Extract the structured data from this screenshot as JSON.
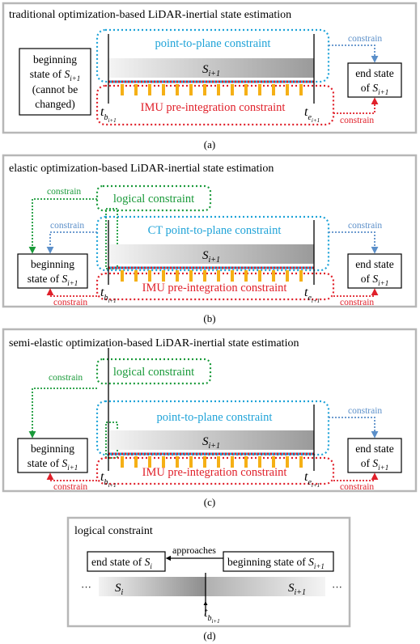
{
  "colors": {
    "blue": "#1fa3d8",
    "red": "#e0202a",
    "green": "#1a9a3a",
    "orange": "#f5b016",
    "panel_border": "#b7b7b7",
    "steel_blue": "#5b8fc9"
  },
  "panel_a": {
    "title": "traditional optimization-based LiDAR-inertial state estimation",
    "blue_label": "point-to-plane constraint",
    "red_label": "IMU pre-integration constraint",
    "begin_state_lines": [
      "beginning",
      "state of",
      "(cannot be",
      "changed)"
    ],
    "end_state_lines": [
      "end state",
      "of"
    ],
    "constrain_blue": "constrain",
    "constrain_red": "constrain",
    "caption": "(a)"
  },
  "panel_b": {
    "title": "elastic optimization-based LiDAR-inertial state estimation",
    "green_label": "logical constraint",
    "blue_label": "CT point-to-plane constraint",
    "red_label": "IMU pre-integration constraint",
    "begin_state_lines": [
      "beginning",
      "state of"
    ],
    "end_state_lines": [
      "end state",
      "of"
    ],
    "constrain_green": "constrain",
    "constrain_blue_left": "constrain",
    "constrain_blue_right": "constrain",
    "constrain_red_left": "constrain",
    "constrain_red_right": "constrain",
    "caption": "(b)"
  },
  "panel_c": {
    "title": "semi-elastic optimization-based LiDAR-inertial state estimation",
    "green_label": "logical constraint",
    "blue_label": "point-to-plane constraint",
    "red_label": "IMU pre-integration constraint",
    "begin_state_lines": [
      "beginning",
      "state of"
    ],
    "end_state_lines": [
      "end state",
      "of"
    ],
    "constrain_green": "constrain",
    "constrain_blue": "constrain",
    "constrain_red_left": "constrain",
    "constrain_red_right": "constrain",
    "caption": "(c)"
  },
  "panel_d": {
    "title": "logical constraint",
    "end_state_label": "end state of",
    "begin_state_label": "beginning state of",
    "approaches": "approaches",
    "ellipsis": "···",
    "caption": "(d)"
  }
}
